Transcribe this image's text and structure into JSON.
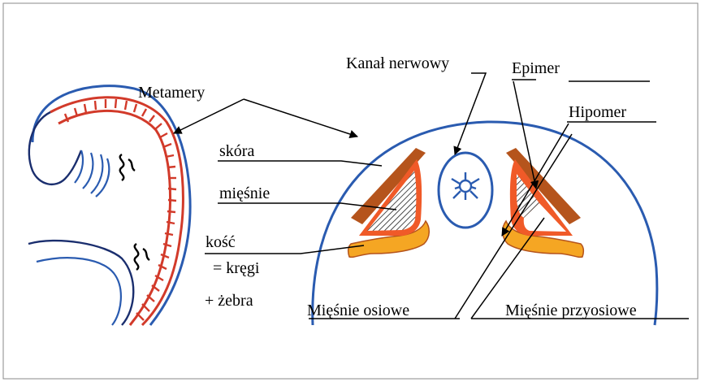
{
  "labels": {
    "metamery": "Metamery",
    "kanal_nerwowy": "Kanał nerwowy",
    "epimer": "Epimer",
    "hipomer": "Hipomer",
    "skora": "skóra",
    "miesnie": "mięśnie",
    "kosc": "kość",
    "kregi": "= kręgi",
    "zebra": "+ żebra",
    "miesnie_osiowe": "Mięśnie osiowe",
    "miesnie_przyosiowe": "Mięśnie przyosiowe"
  },
  "colors": {
    "frame": "#8a8a8a",
    "outline_blue": "#2a5bb0",
    "dark_blue": "#1a2e6e",
    "brown": "#b5541c",
    "orange_red": "#f05a28",
    "yellow_orange": "#f5a623",
    "red_stripe": "#d23a2a"
  }
}
